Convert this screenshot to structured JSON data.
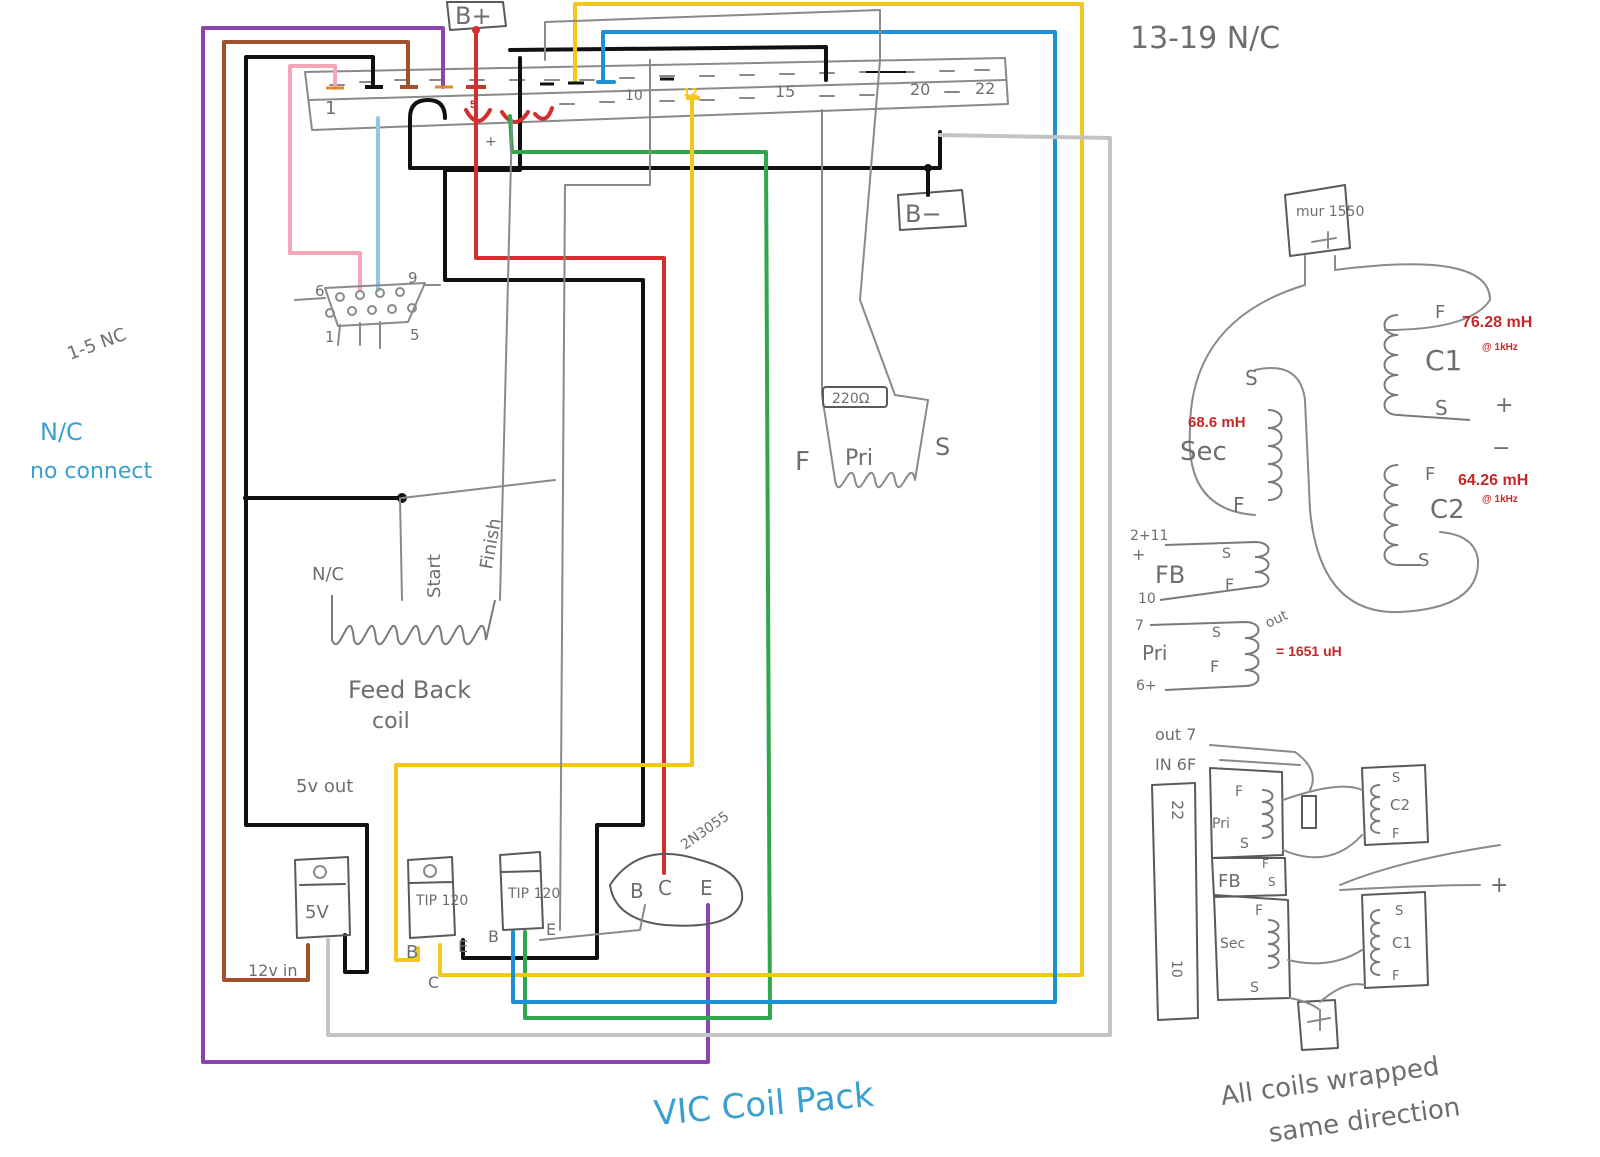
{
  "labels": {
    "b_plus": "B+",
    "b_minus": "B−",
    "nc_13_19": "13-19 N/C",
    "nc_1_5": "1-5 NC",
    "nc_legend": "N/C",
    "no_connect": "no connect",
    "title": "VIC Coil Pack",
    "footnote_1": "All coils wrapped",
    "footnote_2": "same direction",
    "feedback_coil_1": "Feed Back",
    "feedback_coil_2": "coil",
    "start": "Start",
    "finish": "Finish",
    "nc_coil": "N/C",
    "five_v_out": "5v out",
    "twelve_v_in": "12v in",
    "resistor": "220Ω",
    "pri": "Pri",
    "f": "F",
    "s": "S",
    "reg_5v": "5V",
    "tip120": "TIP 120",
    "b": "B",
    "c": "C",
    "e": "E",
    "transistor_2n3055": "2N3055",
    "mur1550": "mur 1550",
    "sec": "Sec",
    "c1": "C1",
    "c2": "C2",
    "fb": "FB",
    "pins_2_11": "2+11",
    "pin_10": "10",
    "pin_7": "7",
    "pin_6": "6+",
    "out": "out",
    "out_7": "out 7",
    "in_6f": "IN 6F",
    "plus": "+",
    "minus": "−",
    "db9_6": "6",
    "db9_9": "9",
    "db9_1": "1",
    "db9_5": "5",
    "term_1": "1",
    "term_5": "5",
    "term_10": "10",
    "term_12": "12",
    "term_15": "15",
    "term_20": "20",
    "term_22": "22",
    "side_22": "22",
    "side_10": "10"
  },
  "measurements": {
    "c1_inductance": "76.28 mH",
    "c1_freq": "@ 1kHz",
    "sec_inductance": "68.6 mH",
    "c2_inductance": "64.26 mH",
    "c2_freq": "@ 1kHz",
    "pri_inductance": "= 1651 uH"
  },
  "colors": {
    "purple": "#8e44ad",
    "brown": "#a0522d",
    "black": "#111111",
    "red": "#d32f2f",
    "yellow": "#f2c81e",
    "blue": "#1e90d6",
    "green": "#2ea84a",
    "gray": "#c4c4c4",
    "pink": "#f4a7b9",
    "light_blue": "#8ecae6",
    "label_red": "#c62828"
  }
}
